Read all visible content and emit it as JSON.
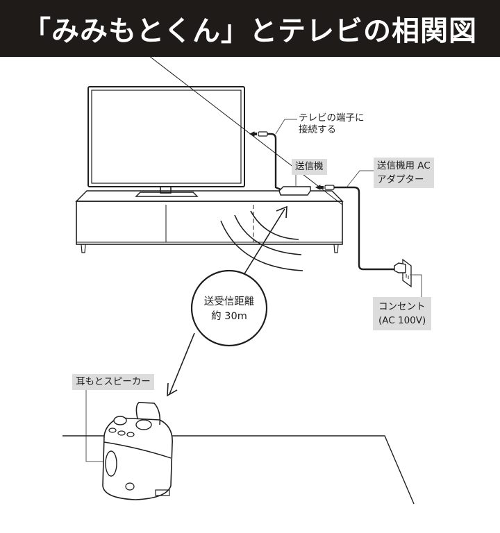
{
  "header": {
    "title": "「みみもとくん」とテレビの相関図",
    "background_color": "#1f1b18",
    "text_color": "#ffffff"
  },
  "labels": {
    "tv_terminal": [
      "テレビの端子に",
      "接続する"
    ],
    "transmitter": "送信機",
    "ac_adapter": [
      "送信機用 AC",
      "アダプター"
    ],
    "distance": [
      "送受信距離",
      "約 30m"
    ],
    "outlet": [
      "コンセント",
      "(AC 100V)"
    ],
    "speaker": "耳もとスピーカー"
  },
  "icons": [
    "tv-icon",
    "tv-stand-icon",
    "transmitter-icon",
    "plug-icon",
    "outlet-icon",
    "signal-waves-icon",
    "arrow-icon",
    "speaker-device-icon"
  ],
  "colors": {
    "line": "#1e1e1e",
    "label_bg": "#dcdcdc"
  }
}
